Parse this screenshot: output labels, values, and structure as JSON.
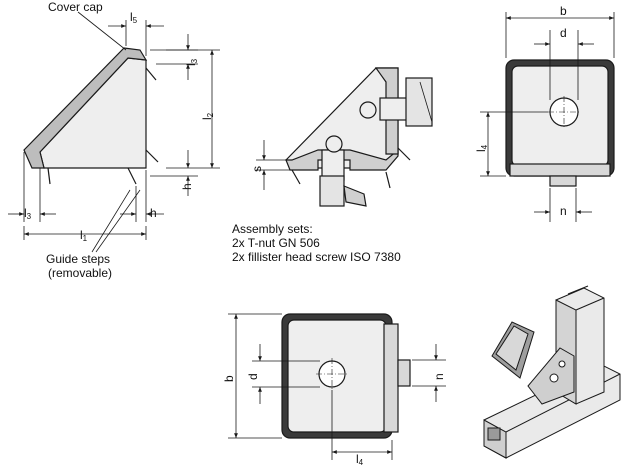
{
  "labels": {
    "cover_cap": "Cover cap",
    "guide_steps_line1": "Guide steps",
    "guide_steps_line2": "(removable)",
    "assembly_title": "Assembly sets:",
    "assembly_line1": "2x T-nut GN 506",
    "assembly_line2": "2x fillister head screw ISO 7380"
  },
  "dimensions": {
    "l": "l",
    "sub1": "1",
    "sub2": "2",
    "sub3": "3",
    "sub4": "4",
    "sub5": "5",
    "h": "h",
    "s": "s",
    "b": "b",
    "d": "d",
    "n": "n"
  },
  "colors": {
    "line": "#1a1a1a",
    "body_fill": "#eeeeee",
    "cap_fill": "#bdbdbd",
    "section_fill": "#cfcfcf",
    "dark": "#3a3a3a"
  }
}
